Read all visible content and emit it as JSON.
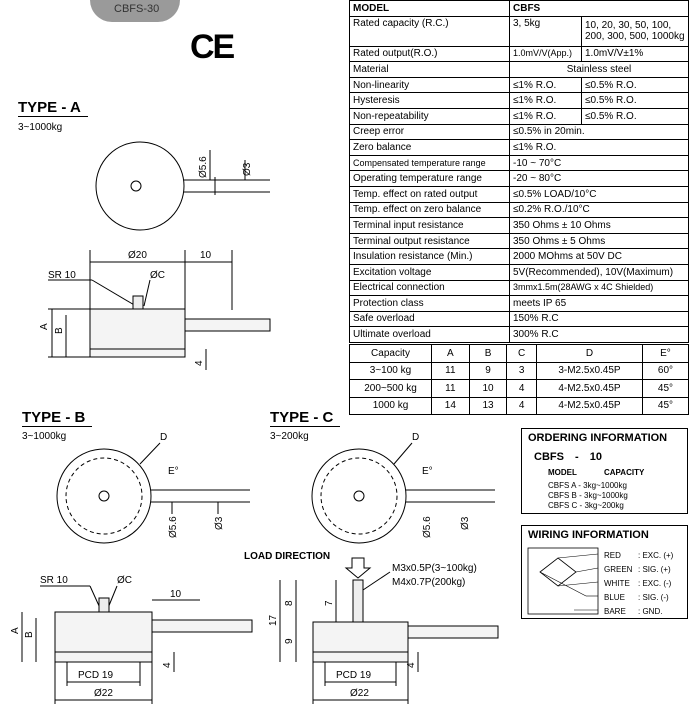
{
  "ce_mark": "CE",
  "product_label": "CBFS-30",
  "type_a": {
    "title": "TYPE - A",
    "range": "3~1000kg",
    "dim_d56": "Ø5.6",
    "dim_d3": "Ø3",
    "dim_d20": "Ø20",
    "dim_10": "10",
    "sr": "SR 10",
    "dim_c": "ØC",
    "dim_a": "A",
    "dim_b": "B",
    "dim_4": "4"
  },
  "type_b": {
    "title": "TYPE - B",
    "range": "3~1000kg",
    "dim_d": "D",
    "dim_e": "E°",
    "dim_d56": "Ø5.6",
    "dim_d3": "Ø3",
    "sr": "SR 10",
    "dim_c": "ØC",
    "dim_10": "10",
    "dim_a": "A",
    "dim_b": "B",
    "dim_4": "4",
    "pcd": "PCD  19",
    "dim_d22": "Ø22"
  },
  "type_c": {
    "title": "TYPE - C",
    "range": "3~200kg",
    "dim_d": "D",
    "dim_e": "E°",
    "dim_d56": "Ø5.6",
    "dim_d3": "Ø3",
    "load_direction": "LOAD DIRECTION",
    "thread1": "M3x0.5P(3~100kg)",
    "thread2": "M4x0.7P(200kg)",
    "dim_17": "17",
    "dim_8": "8",
    "dim_9": "9",
    "dim_7": "7",
    "dim_4": "4",
    "pcd": "PCD  19",
    "dim_d22": "Ø22"
  },
  "spec": {
    "model_label": "MODEL",
    "model_value": "CBFS",
    "rows": [
      {
        "k": "Rated capacity (R.C.)",
        "v1": "3, 5kg",
        "v2": "10, 20, 30, 50, 100, 200, 300, 500, 1000kg"
      },
      {
        "k": "Rated output(R.O.)",
        "v1": "1.0mV/V(App.)",
        "v2": "1.0mV/V±1%"
      },
      {
        "k": "Material",
        "v": "Stainless steel"
      },
      {
        "k": "Non-linearity",
        "v1": "≤1% R.O.",
        "v2": "≤0.5% R.O."
      },
      {
        "k": "Hysteresis",
        "v1": "≤1% R.O.",
        "v2": "≤0.5% R.O."
      },
      {
        "k": "Non-repeatability",
        "v1": "≤1% R.O.",
        "v2": "≤0.5% R.O."
      },
      {
        "k": "Creep error",
        "v": "≤0.5% in 20min."
      },
      {
        "k": "Zero balance",
        "v": "≤1% R.O."
      },
      {
        "k": "Compensated temperature range",
        "v": "-10 ~ 70°C"
      },
      {
        "k": "Operating temperature range",
        "v": "-20 ~ 80°C"
      },
      {
        "k": "Temp. effect on rated output",
        "v": "≤0.5% LOAD/10°C"
      },
      {
        "k": "Temp. effect on zero balance",
        "v": "≤0.2% R.O./10°C"
      },
      {
        "k": "Terminal input resistance",
        "v": "350 Ohms ± 10 Ohms"
      },
      {
        "k": "Terminal output resistance",
        "v": "350 Ohms ± 5 Ohms"
      },
      {
        "k": "Insulation resistance (Min.)",
        "v": "2000 MOhms at 50V DC"
      },
      {
        "k": "Excitation voltage",
        "v": "5V(Recommended), 10V(Maximum)"
      },
      {
        "k": "Electrical connection",
        "v": "3mmx1.5m(28AWG x 4C Shielded)"
      },
      {
        "k": "Protection class",
        "v": "meets IP 65"
      },
      {
        "k": "Safe overload",
        "v": "150% R.C"
      },
      {
        "k": "Ultimate overload",
        "v": "300% R.C"
      }
    ]
  },
  "capacity_table": {
    "headers": [
      "Capacity",
      "A",
      "B",
      "C",
      "D",
      "E°"
    ],
    "rows": [
      [
        "3~100 kg",
        "11",
        "9",
        "3",
        "3-M2.5x0.45P",
        "60°"
      ],
      [
        "200~500 kg",
        "11",
        "10",
        "4",
        "4-M2.5x0.45P",
        "45°"
      ],
      [
        "1000 kg",
        "14",
        "13",
        "4",
        "4-M2.5x0.45P",
        "45°"
      ]
    ]
  },
  "ordering": {
    "title": "ORDERING INFORMATION",
    "code_model": "CBFS",
    "code_dash": "-",
    "code_cap": "10",
    "model_label": "MODEL",
    "capacity_label": "CAPACITY",
    "lines": [
      "CBFS A  -  3kg~1000kg",
      "CBFS B  -  3kg~1000kg",
      "CBFS C  -  3kg~200kg"
    ]
  },
  "wiring": {
    "title": "WIRING INFORMATION",
    "rows": [
      {
        "color": "RED",
        "signal": ": EXC. (+)"
      },
      {
        "color": "GREEN",
        "signal": ": SIG. (+)"
      },
      {
        "color": "WHITE",
        "signal": ": EXC. (-)"
      },
      {
        "color": "BLUE",
        "signal": ": SIG. (-)"
      },
      {
        "color": "BARE",
        "signal": ": GND."
      }
    ]
  }
}
